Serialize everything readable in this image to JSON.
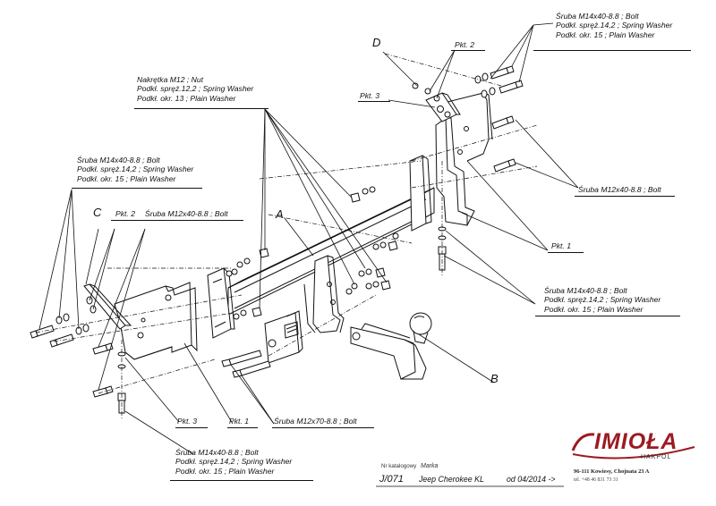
{
  "callouts": {
    "top_right": {
      "line1": "Śruba M14x40-8.8 ;  Bolt",
      "line2": "Podkł. spręż.14,2 ; Spring Washer",
      "line3": "Podkł. okr. 15 ; Plain Washer"
    },
    "top_mid": {
      "line1": "Nakrętka  M12 ; Nut",
      "line2": "Podkł. spręż.12,2 ; Spring Washer",
      "line3": "Podkł. okr. 13 ; Plain Washer"
    },
    "left": {
      "line1": "Śruba M14x40-8.8 ;  Bolt",
      "line2": "Podkł. spręż.14,2 ; Spring Washer",
      "line3": "Podkł. okr. 15 ; Plain Washer"
    },
    "right_mid": {
      "line1": "Śruba M14x40-8.8 ;  Bolt",
      "line2": "Podkł. spręż.14,2 ; Spring Washer",
      "line3": "Podkł. okr. 15 ; Plain Washer"
    },
    "bottom": {
      "line1": "Śruba M14x40-8.8 ;  Bolt",
      "line2": "Podkł. spręż.14,2 ; Spring Washer",
      "line3": "Podkł. okr. 15 ; Plain Washer"
    },
    "bolt_m12_right": "Śruba M12x40-8.8 ;  Bolt",
    "bolt_m12_left": "Śruba M12x40-8.8 ;  Bolt",
    "bolt_m12x70": "Śruba M12x70-8.8  ;  Bolt"
  },
  "letters": {
    "A": "A",
    "B": "B",
    "C": "C",
    "D": "D"
  },
  "pkt": {
    "top_2": "Pkt. 2",
    "top_3": "Pkt. 3",
    "right_1": "Pkt. 1",
    "left_2": "Pkt. 2",
    "bottom_3": "Pkt. 3",
    "bottom_1": "Pkt. 1"
  },
  "title_block": {
    "catalog_label": "Nr katalogowy",
    "brand_label": "Marka",
    "catalog_no": "J/071",
    "model": "Jeep Cherokee KL",
    "date": "od 04/2014 ->"
  },
  "company": {
    "brand": "IMIOŁA",
    "sub": "HAKPOL",
    "address": "96-111 Kowiesy, Chojnata 23 A",
    "tel": "tel. +48 46 831 73 31"
  },
  "colors": {
    "line": "#111111",
    "brand": "#9c1a22"
  }
}
